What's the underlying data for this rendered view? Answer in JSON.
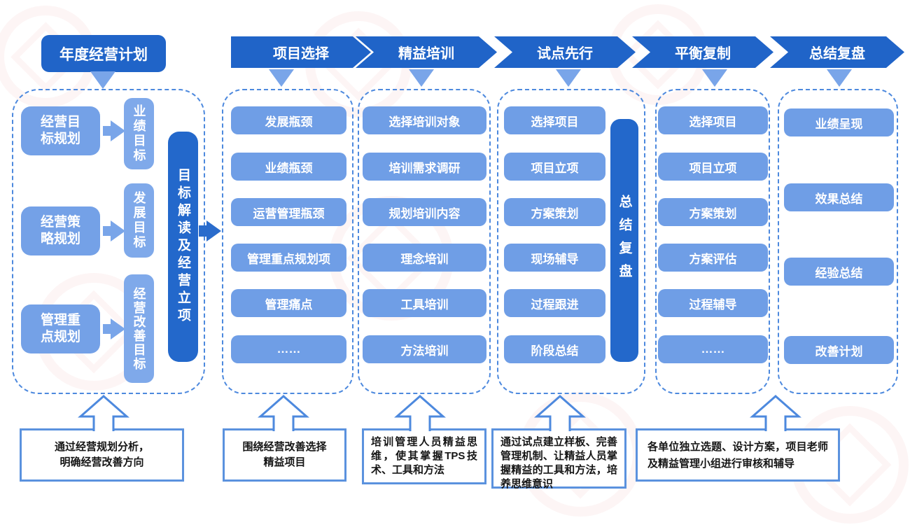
{
  "title": "年度经营计划",
  "stages": [
    "项目选择",
    "精益培训",
    "试点先行",
    "平衡复制",
    "总结复盘"
  ],
  "planning": {
    "sources": [
      "经营目\n标规划",
      "经营策\n略规划",
      "管理重\n点规划"
    ],
    "targets": [
      "业绩目标",
      "发展目标",
      "经营改善目标"
    ],
    "bar": "目标解读及经营立项"
  },
  "columns": {
    "project_selection": [
      "发展瓶颈",
      "业绩瓶颈",
      "运营管理瓶颈",
      "管理重点规划项",
      "管理痛点",
      "……"
    ],
    "lean_training": [
      "选择培训对象",
      "培训需求调研",
      "规划培训内容",
      "理念培训",
      "工具培训",
      "方法培训"
    ],
    "pilot_first": [
      "选择项目",
      "项目立项",
      "方案策划",
      "现场辅导",
      "过程跟进",
      "阶段总结"
    ],
    "pilot_bar": "总结复盘",
    "balanced_replication": [
      "选择项目",
      "项目立项",
      "方案策划",
      "方案评估",
      "过程辅导",
      "……"
    ],
    "summary_review": [
      "业绩呈现",
      "效果总结",
      "经验总结",
      "改善计划"
    ]
  },
  "notes": [
    "通过经营规划分析，\n明确经营改善方向",
    "围绕经营改善选择\n精益项目",
    "培训管理人员精益思维，使其掌握TPS技术、工具和方法",
    "通过试点建立样板、完善管理机制、让精益人员掌握精益的工具和方法，培养思维意识",
    "各单位独立选题、设计方案，项目老师及精益管理小组进行审核和辅导"
  ],
  "colors": {
    "dark_blue": "#2064c8",
    "medium_blue": "#6f9ee6",
    "light_blue": "#7fa9ea",
    "bar_blue": "#2368cb",
    "dashed_border": "#4d89de",
    "note_border": "#5b92de",
    "small_arrow": "#79a5e9",
    "flow_arrow": "#2a6ccc"
  }
}
